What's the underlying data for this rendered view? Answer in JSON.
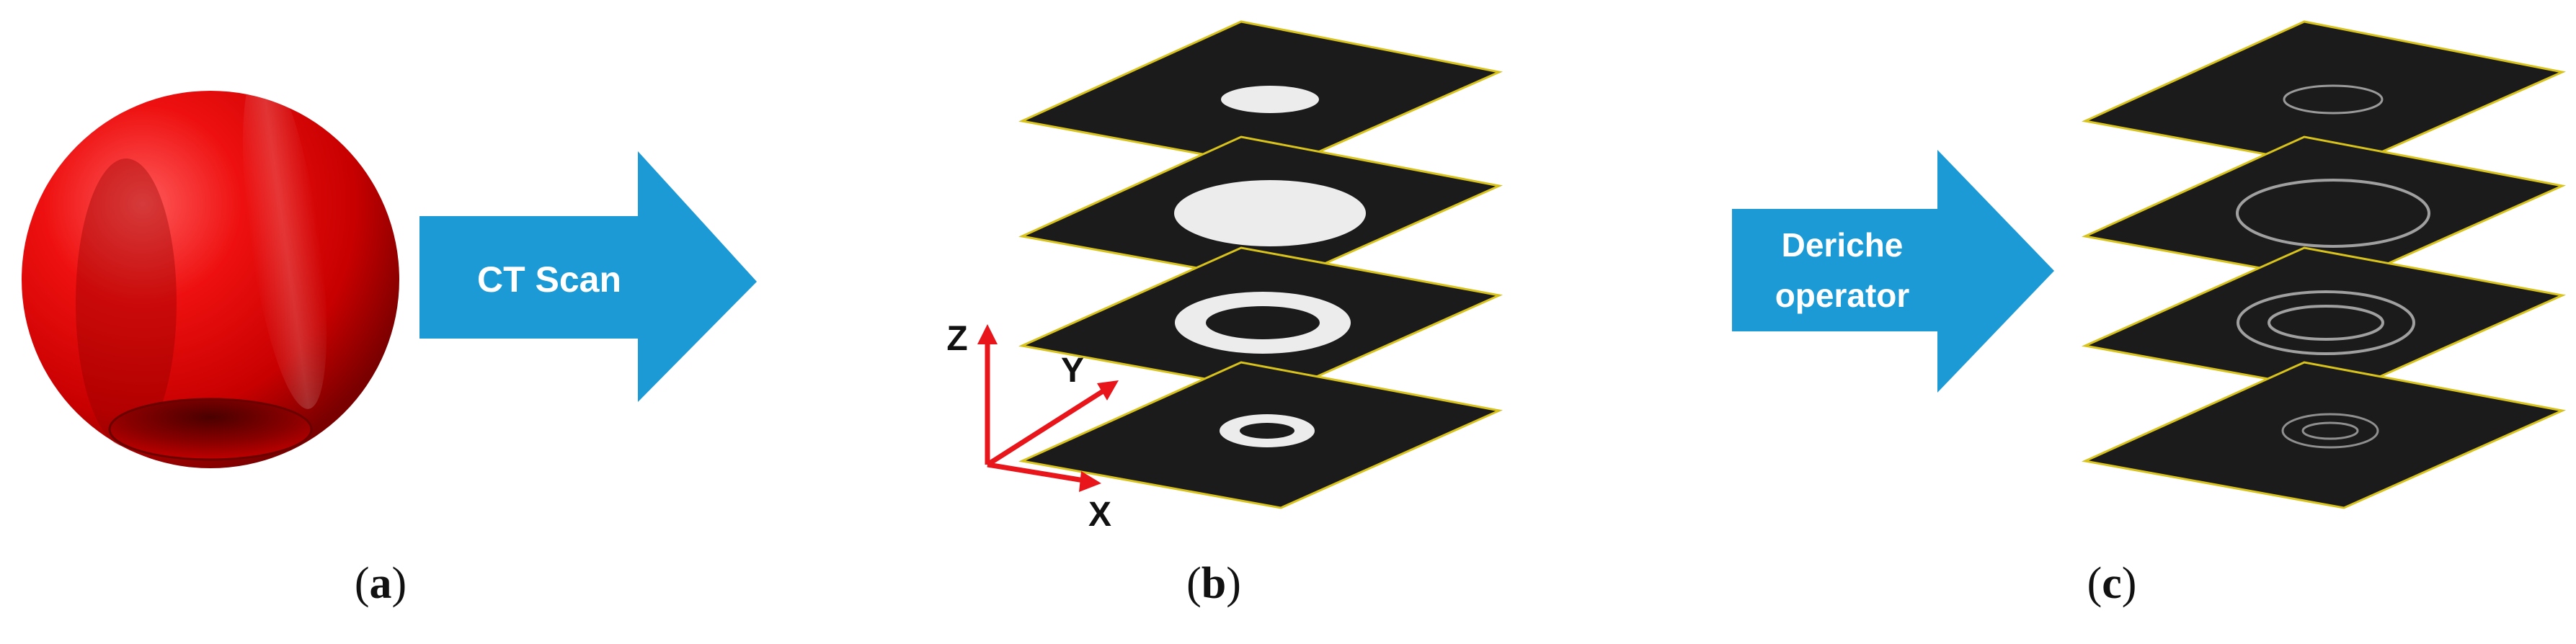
{
  "arrows": {
    "ct_scan_label": "CT Scan",
    "deriche_label_line1": "Deriche",
    "deriche_label_line2": "operator",
    "arrow_color": "#1b9ad6"
  },
  "axes": {
    "z_label": "Z",
    "y_label": "Y",
    "x_label": "X",
    "axis_color": "#e8161b"
  },
  "panels": {
    "a": {
      "label_open": "(",
      "label_letter": "a",
      "label_close": ")"
    },
    "b": {
      "label_open": "(",
      "label_letter": "b",
      "label_close": ")"
    },
    "c": {
      "label_open": "(",
      "label_letter": "c",
      "label_close": ")"
    }
  },
  "colors": {
    "sphere": "#e00000",
    "slice_fill": "#1b1b1b",
    "slice_edge": "#d8c21c",
    "solid_region": "#ececec",
    "edge_line": "#9a9a9a"
  }
}
